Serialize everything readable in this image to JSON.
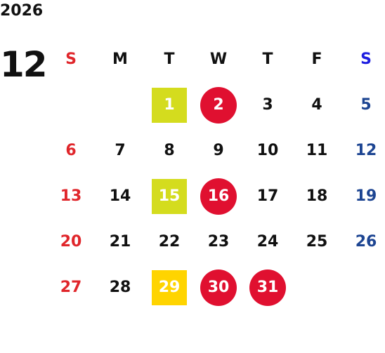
{
  "calendar": {
    "year": "2026",
    "month": "12",
    "weekdays": [
      "S",
      "M",
      "T",
      "W",
      "T",
      "F",
      "S"
    ],
    "weeks": [
      [
        "",
        "",
        "1",
        "2",
        "3",
        "4",
        "5"
      ],
      [
        "6",
        "7",
        "8",
        "9",
        "10",
        "11",
        "12"
      ],
      [
        "13",
        "14",
        "15",
        "16",
        "17",
        "18",
        "19"
      ],
      [
        "20",
        "21",
        "22",
        "23",
        "24",
        "25",
        "26"
      ],
      [
        "27",
        "28",
        "29",
        "30",
        "31",
        "",
        ""
      ]
    ],
    "colors": {
      "sunday": "#e0262b",
      "saturday": "#1d4592",
      "saturday_header": "#1e1ee0",
      "highlight_green": "#d4dc1e",
      "highlight_yellow": "#ffd400",
      "highlight_red": "#e01030"
    }
  }
}
